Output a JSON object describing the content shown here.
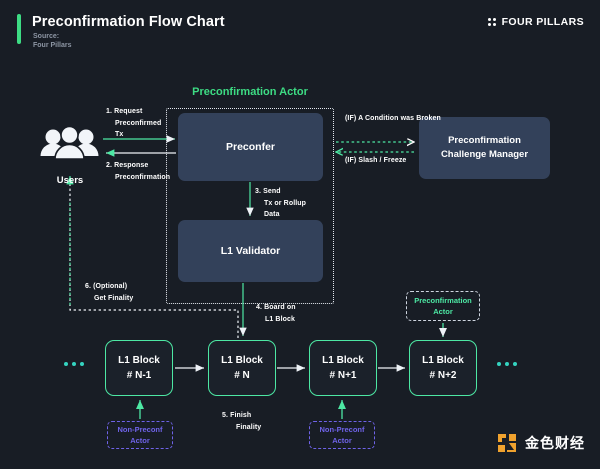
{
  "header": {
    "title": "Preconfirmation Flow Chart",
    "source_label": "Source:",
    "source_name": "Four Pillars",
    "accent_color": "#3ddc84",
    "brand": {
      "name": "FOUR PILLARS",
      "icon": "four-dots-icon"
    }
  },
  "diagram": {
    "group": {
      "label": "Preconfirmation Actor",
      "color": "#3ddc84"
    },
    "nodes": {
      "users": {
        "label": "Users",
        "icon": "users-group-icon"
      },
      "preconfer": {
        "label": "Preconfer"
      },
      "validator": {
        "label": "L1 Validator"
      },
      "challenge_manager": {
        "line1": "Preconfirmation",
        "line2": "Challenge Manager"
      }
    },
    "blocks": [
      {
        "line1": "L1 Block",
        "line2": "# N-1"
      },
      {
        "line1": "L1 Block",
        "line2": "# N"
      },
      {
        "line1": "L1 Block",
        "line2": "# N+1"
      },
      {
        "line1": "L1 Block",
        "line2": "# N+2"
      }
    ],
    "ellipsis_left": "...",
    "ellipsis_right": "...",
    "badges": {
      "preconf_actor": {
        "line1": "Preconfirmation",
        "line2": "Actor",
        "color": "#4de8a4"
      },
      "non_preconf_actor_1": {
        "line1": "Non-Preconf",
        "line2": "Actor",
        "color": "#6f63e8"
      },
      "non_preconf_actor_2": {
        "line1": "Non-Preconf",
        "line2": "Actor",
        "color": "#6f63e8"
      }
    },
    "edges": {
      "e1": {
        "line1": "1. Request",
        "line2": "Preconfirmed",
        "line3": "Tx"
      },
      "e2": {
        "line1": "2. Response",
        "line2": "Preconfirmation"
      },
      "e3": {
        "line1": "3. Send",
        "line2": "Tx or Rollup",
        "line3": "Data"
      },
      "e4": {
        "line1": "4. Board on",
        "line2": "L1 Block"
      },
      "e5": {
        "line1": "5. Finish",
        "line2": "Finality"
      },
      "e6": {
        "line1": "6. (Optional)",
        "line2": "Get Finality"
      },
      "e7": {
        "line1": "(IF) A Condition",
        "line2": "was Broken"
      },
      "e8": {
        "line1": "(IF) Slash / Freeze"
      }
    }
  },
  "watermark": {
    "text": "金色财经",
    "mark_color": "#f0a22e"
  }
}
